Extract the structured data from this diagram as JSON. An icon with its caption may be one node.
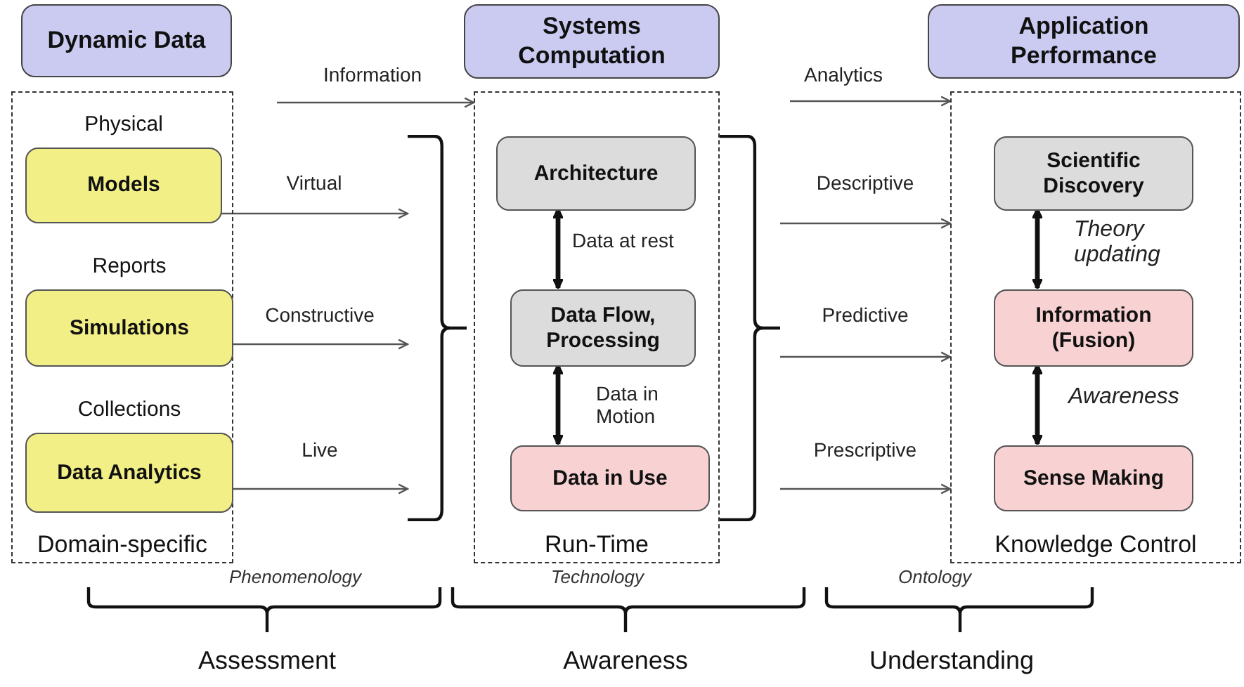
{
  "diagram": {
    "nodes": [
      {
        "text": [
          "Dynamic Data"
        ]
      },
      {
        "text": [
          "Domain-specific"
        ]
      },
      {
        "text": [
          "Models"
        ],
        "in": 1,
        "beside": [
          "Physical"
        ]
      },
      {
        "text": [
          "Simulations"
        ],
        "in": 1,
        "beside": [
          "Reports"
        ]
      },
      {
        "text": [
          "Data Analytics"
        ],
        "in": 1,
        "beside": [
          "Collections"
        ]
      },
      {
        "text": [
          "Systems Computation"
        ]
      },
      {
        "text": [
          "Run-Time"
        ]
      },
      {
        "text": [
          "Architecture"
        ],
        "in": 6
      },
      {
        "text": [
          "Data Flow, Processing"
        ],
        "in": 6
      },
      {
        "text": [
          "Data in Use"
        ],
        "in": 6
      },
      {
        "text": [
          "Application Performance"
        ]
      },
      {
        "text": [
          "Knowledge Control"
        ]
      },
      {
        "text": [
          "Scientific Discovery"
        ],
        "in": 11
      },
      {
        "text": [
          "Information (Fusion)"
        ],
        "in": 11
      },
      {
        "text": [
          "Sense Making"
        ],
        "in": 11
      },
      {
        "text": [],
        "shape": "bracket"
      },
      {
        "text": [],
        "shape": "bracket"
      }
    ],
    "edges": [
      {
        "from": null,
        "to": 6,
        "arrow": "to",
        "label": "Information"
      },
      {
        "from": 2,
        "to": 15,
        "arrow": "to",
        "label": "Virtual"
      },
      {
        "from": 3,
        "to": 15,
        "arrow": "to",
        "label": "Constructive"
      },
      {
        "from": 4,
        "to": 15,
        "arrow": "to",
        "label": "Live"
      },
      {
        "from": 7,
        "to": 8,
        "arrow": "both",
        "label": "Data at rest",
        "style": "thick"
      },
      {
        "from": 8,
        "to": 9,
        "arrow": "both",
        "label": "Data in Motion",
        "style": "thick"
      },
      {
        "from": null,
        "to": 11,
        "arrow": "to",
        "label": "Analytics"
      },
      {
        "from": 16,
        "to": 11,
        "arrow": "to",
        "label": "Descriptive"
      },
      {
        "from": 16,
        "to": 11,
        "arrow": "to",
        "label": "Predictive"
      },
      {
        "from": 16,
        "to": 11,
        "arrow": "to",
        "label": "Prescriptive"
      },
      {
        "from": 12,
        "to": 13,
        "arrow": "both",
        "label": "Theory updating",
        "style": "thick"
      },
      {
        "from": 13,
        "to": 14,
        "arrow": "both",
        "label": "Awareness",
        "style": "thick"
      }
    ],
    "labels": [
      "Phenomenology",
      "Technology",
      "Ontology",
      "Assessment",
      "Awareness",
      "Understanding"
    ]
  }
}
